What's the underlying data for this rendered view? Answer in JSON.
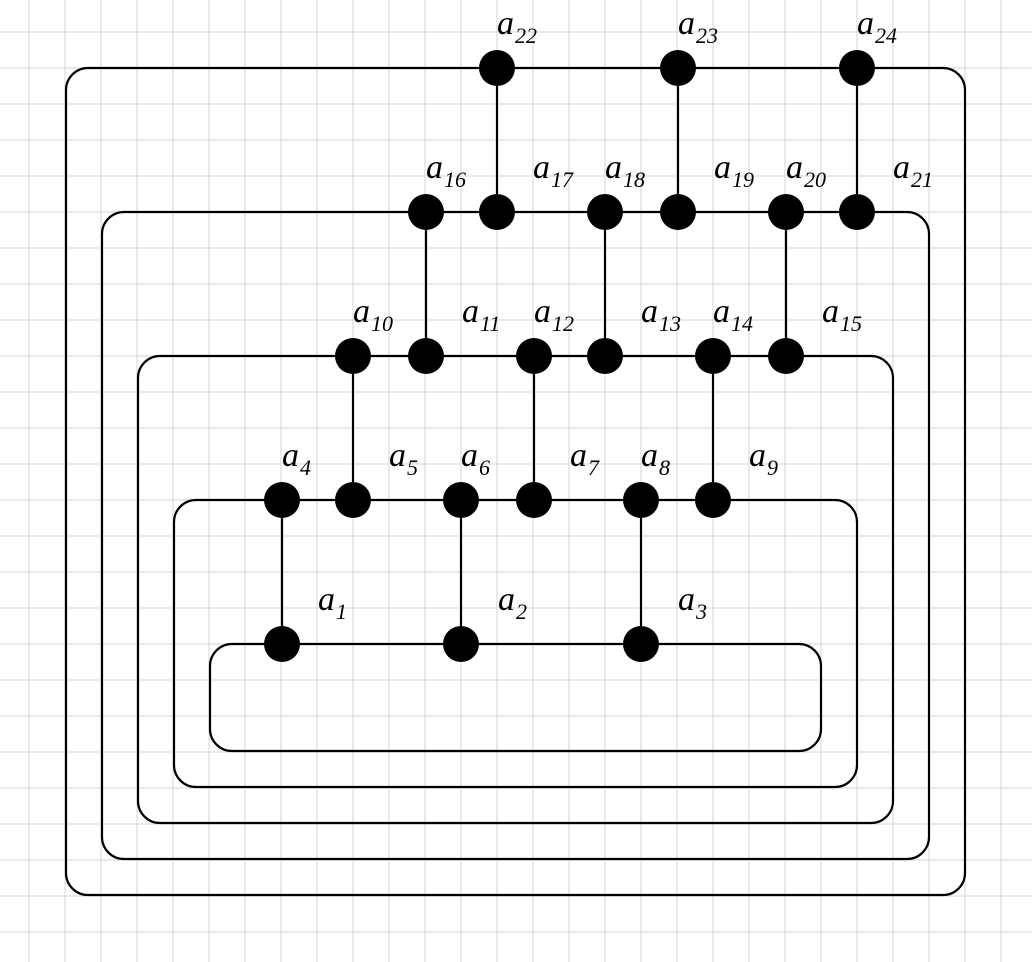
{
  "diagram": {
    "label_prefix": "a",
    "nodes": [
      {
        "id": "a1",
        "sub": "1"
      },
      {
        "id": "a2",
        "sub": "2"
      },
      {
        "id": "a3",
        "sub": "3"
      },
      {
        "id": "a4",
        "sub": "4"
      },
      {
        "id": "a5",
        "sub": "5"
      },
      {
        "id": "a6",
        "sub": "6"
      },
      {
        "id": "a7",
        "sub": "7"
      },
      {
        "id": "a8",
        "sub": "8"
      },
      {
        "id": "a9",
        "sub": "9"
      },
      {
        "id": "a10",
        "sub": "10"
      },
      {
        "id": "a11",
        "sub": "11"
      },
      {
        "id": "a12",
        "sub": "12"
      },
      {
        "id": "a13",
        "sub": "13"
      },
      {
        "id": "a14",
        "sub": "14"
      },
      {
        "id": "a15",
        "sub": "15"
      },
      {
        "id": "a16",
        "sub": "16"
      },
      {
        "id": "a17",
        "sub": "17"
      },
      {
        "id": "a18",
        "sub": "18"
      },
      {
        "id": "a19",
        "sub": "19"
      },
      {
        "id": "a20",
        "sub": "20"
      },
      {
        "id": "a21",
        "sub": "21"
      },
      {
        "id": "a22",
        "sub": "22"
      },
      {
        "id": "a23",
        "sub": "23"
      },
      {
        "id": "a24",
        "sub": "24"
      }
    ],
    "cycles": [
      [
        "a1",
        "a2",
        "a3"
      ],
      [
        "a4",
        "a5",
        "a6",
        "a7",
        "a8",
        "a9"
      ],
      [
        "a10",
        "a11",
        "a12",
        "a13",
        "a14",
        "a15"
      ],
      [
        "a16",
        "a17",
        "a18",
        "a19",
        "a20",
        "a21"
      ],
      [
        "a22",
        "a23",
        "a24"
      ]
    ],
    "edges": [
      [
        "a1",
        "a4"
      ],
      [
        "a2",
        "a6"
      ],
      [
        "a3",
        "a8"
      ],
      [
        "a5",
        "a10"
      ],
      [
        "a7",
        "a12"
      ],
      [
        "a9",
        "a14"
      ],
      [
        "a11",
        "a16"
      ],
      [
        "a13",
        "a18"
      ],
      [
        "a15",
        "a20"
      ],
      [
        "a17",
        "a22"
      ],
      [
        "a19",
        "a23"
      ],
      [
        "a21",
        "a24"
      ]
    ]
  }
}
